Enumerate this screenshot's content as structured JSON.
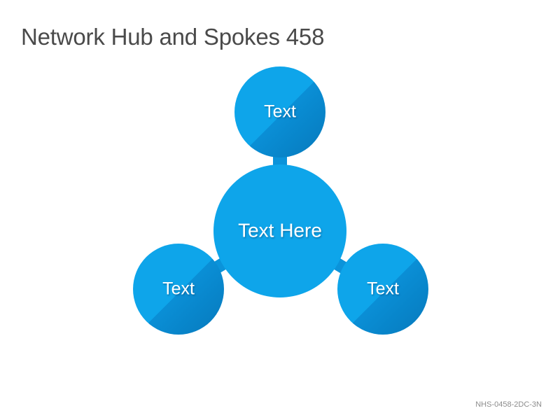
{
  "title": "Network Hub and Spokes 458",
  "hub": {
    "label": "Text Here"
  },
  "spokes": [
    {
      "label": "Text"
    },
    {
      "label": "Text"
    },
    {
      "label": "Text"
    }
  ],
  "footer": {
    "code": "NHS-0458-2DC-3N"
  },
  "colors": {
    "circle": "#0ea5ea",
    "circle_shade": "#0a86c9",
    "connector": "#0b93da",
    "label": "#ffffff",
    "title": "#4a4a4a"
  }
}
